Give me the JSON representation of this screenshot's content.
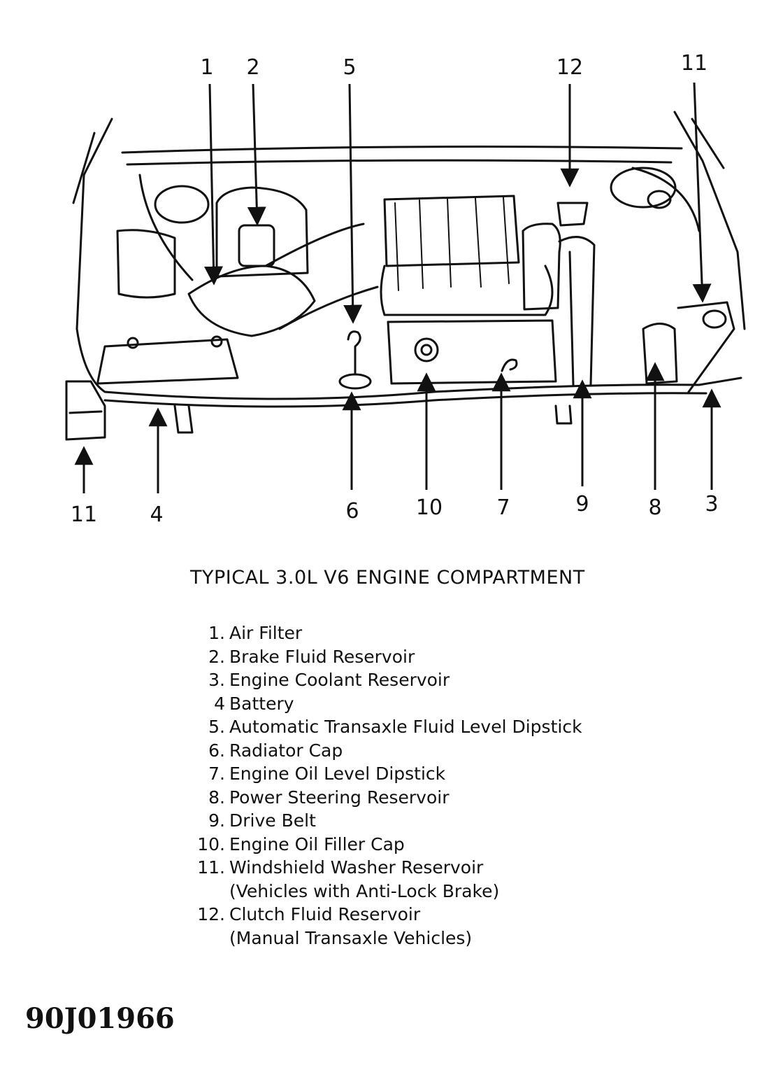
{
  "diagram": {
    "callouts_top": [
      "1",
      "2",
      "5",
      "12",
      "11"
    ],
    "callouts_bottom": [
      "11",
      "4",
      "6",
      "10",
      "7",
      "9",
      "8",
      "3"
    ]
  },
  "caption": "TYPICAL 3.0L V6 ENGINE COMPARTMENT",
  "legend": [
    {
      "num": "1.",
      "label": "Air Filter"
    },
    {
      "num": "2.",
      "label": "Brake Fluid Reservoir"
    },
    {
      "num": "3.",
      "label": "Engine Coolant Reservoir"
    },
    {
      "num": "4",
      "label": "Battery"
    },
    {
      "num": "5.",
      "label": "Automatic Transaxle Fluid Level Dipstick"
    },
    {
      "num": "6.",
      "label": "Radiator Cap"
    },
    {
      "num": "7.",
      "label": "Engine Oil Level Dipstick"
    },
    {
      "num": "8.",
      "label": "Power Steering Reservoir"
    },
    {
      "num": "9.",
      "label": "Drive Belt"
    },
    {
      "num": "10.",
      "label": "Engine Oil Filler Cap"
    },
    {
      "num": "11.",
      "label": "Windshield Washer Reservoir",
      "label2": "(Vehicles with Anti-Lock Brake)"
    },
    {
      "num": "12.",
      "label": "Clutch Fluid Reservoir",
      "label2": "(Manual Transaxle Vehicles)"
    }
  ],
  "figure_id": "90J01966"
}
